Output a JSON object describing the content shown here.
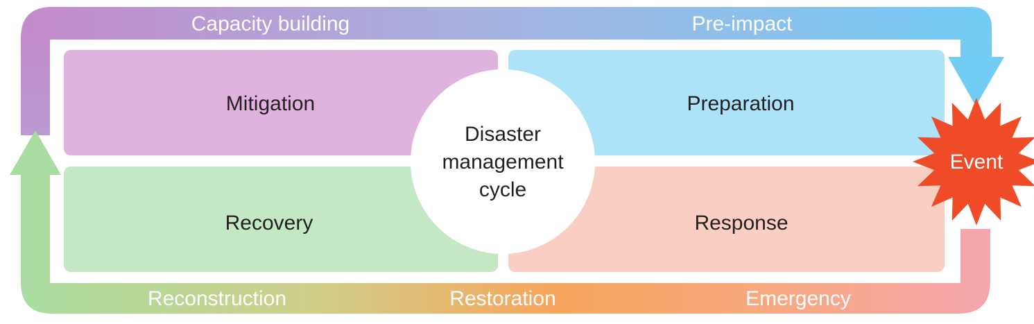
{
  "center": {
    "lines": [
      "Disaster",
      "management",
      "cycle"
    ]
  },
  "quadrants": {
    "mitigation": {
      "label": "Mitigation",
      "color": "#dfb3de"
    },
    "preparation": {
      "label": "Preparation",
      "color": "#ade3f8"
    },
    "recovery": {
      "label": "Recovery",
      "color": "#c4e7c4"
    },
    "response": {
      "label": "Response",
      "color": "#f9cfc4"
    }
  },
  "bands": {
    "top_left": "Capacity building",
    "top_right": "Pre-impact",
    "bottom_left": "Reconstruction",
    "bottom_middle": "Restoration",
    "bottom_right": "Emergency"
  },
  "event": {
    "label": "Event",
    "color": "#ef4b28"
  },
  "band_colors": {
    "purple": "#c58ac9",
    "blue": "#72cdf4",
    "green": "#a8dca0",
    "orange": "#f7a55c",
    "pink": "#f5a6ae"
  }
}
